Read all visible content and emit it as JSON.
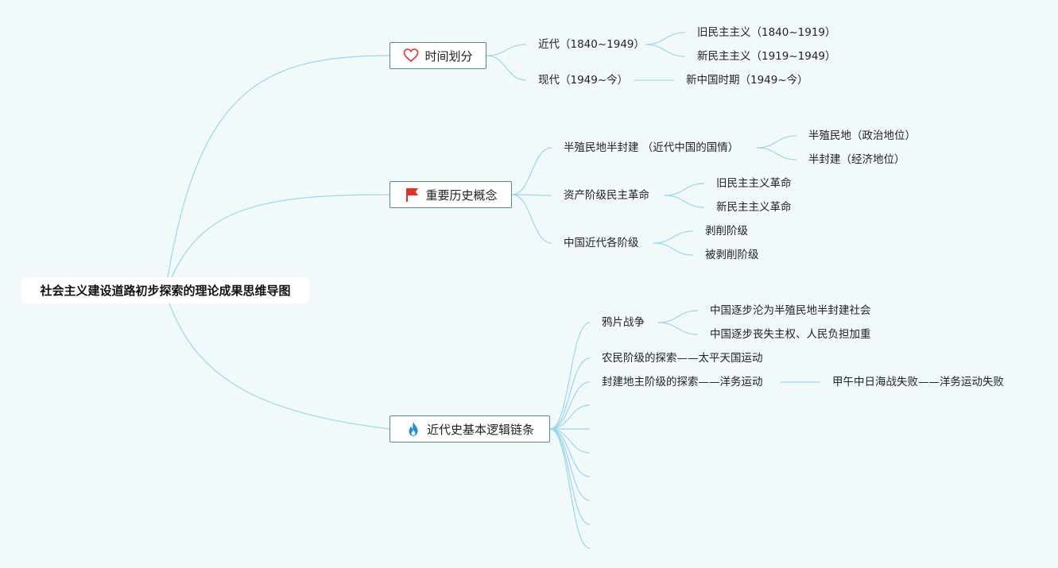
{
  "root": {
    "title": "社会主义建设道路初步探索的理论成果思维导图"
  },
  "topics": [
    {
      "label": "时间划分",
      "icon": "heart-icon",
      "children": [
        {
          "label": "近代（1840~1949）",
          "children": [
            {
              "label": "旧民主主义（1840~1919）"
            },
            {
              "label": "新民主主义（1919~1949）"
            }
          ]
        },
        {
          "label": "现代（1949~今）",
          "children": [
            {
              "label": "新中国时期（1949~今）"
            }
          ]
        }
      ]
    },
    {
      "label": "重要历史概念",
      "icon": "red-flag-icon",
      "children": [
        {
          "label": "半殖民地半封建 （近代中国的国情）",
          "children": [
            {
              "label": "半殖民地（政治地位）"
            },
            {
              "label": "半封建（经济地位）"
            }
          ]
        },
        {
          "label": "资产阶级民主革命",
          "children": [
            {
              "label": "旧民主主义革命"
            },
            {
              "label": "新民主主义革命"
            }
          ]
        },
        {
          "label": "中国近代各阶级",
          "children": [
            {
              "label": "剥削阶级"
            },
            {
              "label": "被剥削阶级"
            }
          ]
        }
      ]
    },
    {
      "label": "近代史基本逻辑链条",
      "icon": "fire-icon",
      "children": [
        {
          "label": "鸦片战争",
          "children": [
            {
              "label": "中国逐步沦为半殖民地半封建社会"
            },
            {
              "label": "中国逐步丧失主权、人民负担加重"
            }
          ]
        },
        {
          "label": "农民阶级的探索——太平天国运动"
        },
        {
          "label": "封建地主阶级的探索——洋务运动",
          "children": [
            {
              "label": "甲午中日海战失败——洋务运动失败"
            }
          ]
        },
        {
          "label": ""
        },
        {
          "label": ""
        },
        {
          "label": ""
        },
        {
          "label": ""
        },
        {
          "label": ""
        },
        {
          "label": ""
        },
        {
          "label": ""
        }
      ]
    }
  ],
  "colors": {
    "background": "#f1f9fb",
    "link": "#9bd7ea",
    "topic_border": "#4e8f86",
    "heart": "#e0463c",
    "flag": "#e53124",
    "fire": "#1f8fe0"
  }
}
